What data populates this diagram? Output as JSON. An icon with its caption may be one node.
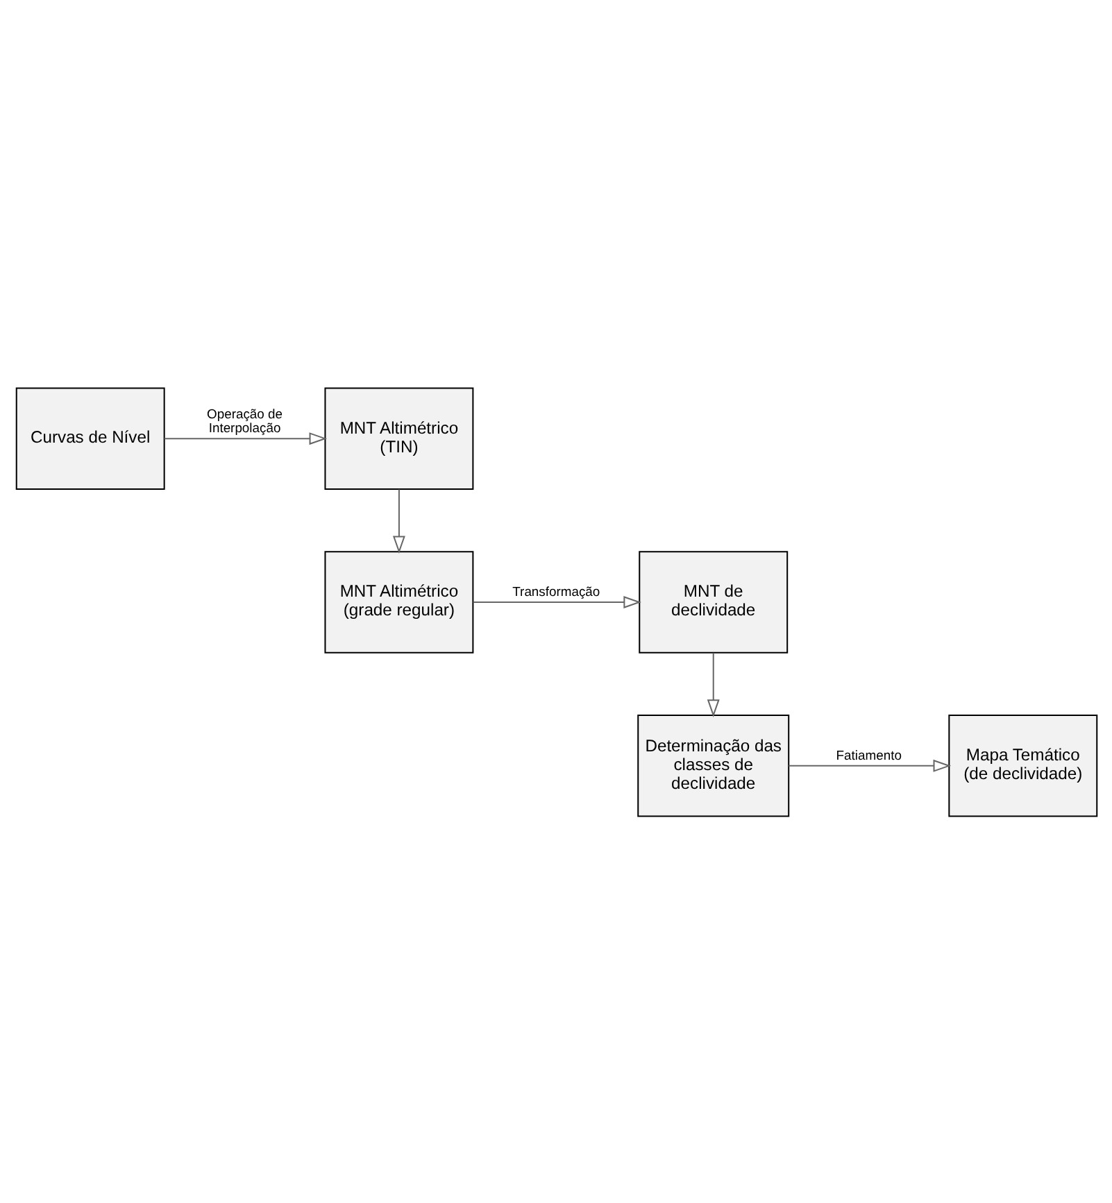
{
  "diagram": {
    "nodes": [
      {
        "text": [
          "Curvas de Nível"
        ]
      },
      {
        "text": [
          "MNT Altimétrico (TIN)"
        ]
      },
      {
        "text": [
          "MNT Altimétrico (grade regular)"
        ]
      },
      {
        "text": [
          "MNT de declividade"
        ]
      },
      {
        "text": [
          "Determinação das classes de declividade"
        ]
      },
      {
        "text": [
          "Mapa Temático (de declividade)"
        ]
      }
    ],
    "edges": [
      {
        "from": 0,
        "to": 1,
        "arrow": "to",
        "label": "Operação de Interpolação"
      },
      {
        "from": 1,
        "to": 2,
        "arrow": "to"
      },
      {
        "from": 2,
        "to": 3,
        "arrow": "to",
        "label": "Transformação"
      },
      {
        "from": 3,
        "to": 4,
        "arrow": "to"
      },
      {
        "from": 4,
        "to": 5,
        "arrow": "to",
        "label": "Fatiamento"
      }
    ]
  }
}
